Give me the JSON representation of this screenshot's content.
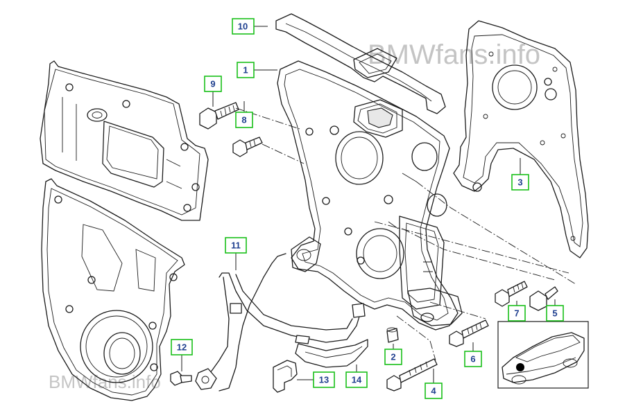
{
  "watermarks": {
    "top": "BMWfans.info",
    "bottom": "BMWfans.info"
  },
  "callouts": [
    {
      "num": "1"
    },
    {
      "num": "2"
    },
    {
      "num": "3"
    },
    {
      "num": "4"
    },
    {
      "num": "5"
    },
    {
      "num": "6"
    },
    {
      "num": "7"
    },
    {
      "num": "8"
    },
    {
      "num": "9"
    },
    {
      "num": "10"
    },
    {
      "num": "11"
    },
    {
      "num": "12"
    },
    {
      "num": "13"
    },
    {
      "num": "14"
    }
  ],
  "colors": {
    "callout_border": "#18c018",
    "callout_text": "#1f3f8f",
    "line": "#1a1a1a",
    "watermark": "#c4c4c4"
  }
}
